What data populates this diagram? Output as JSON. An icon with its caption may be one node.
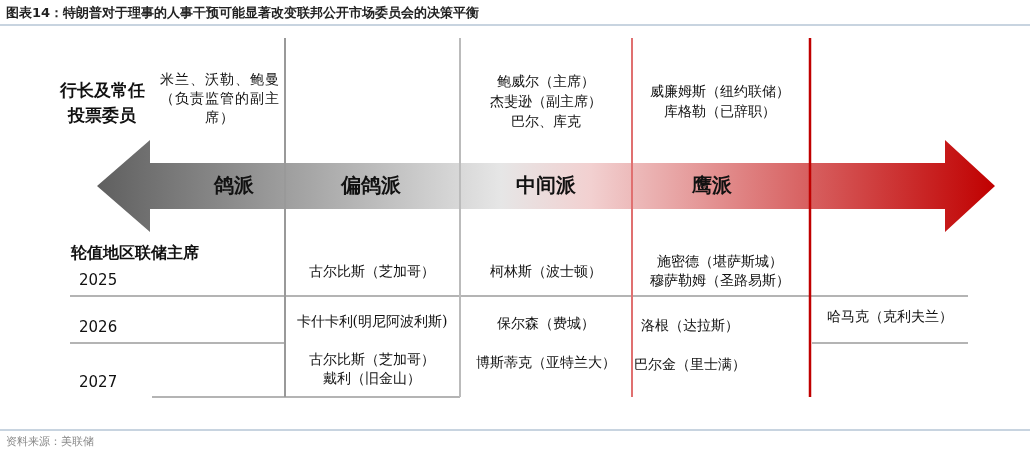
{
  "diagram": {
    "title": "图表14：特朗普对于理事的人事干预可能显著改变联邦公开市场委员会的决策平衡",
    "caption": "资料来源：美联储",
    "labels": [
      "行长及常任投票委员",
      "米兰、沃勒、鲍曼（负责监管的副主席）",
      "鲍威尔（主席）",
      "杰斐逊（副主席）",
      "巴尔、库克",
      "威廉姆斯（纽约联储）",
      "库格勒（已辞职）",
      "鸽派",
      "偏鸽派",
      "中间派",
      "鹰派",
      "轮值地区联储主席",
      "2025",
      "古尔比斯（芝加哥）",
      "柯林斯（波士顿）",
      "施密德（堪萨斯城）",
      "穆萨勒姆（圣路易斯）",
      "2026",
      "卡什卡利(明尼阿波利斯)",
      "保尔森（费城）",
      "洛根（达拉斯）",
      "哈马克（克利夫兰）",
      "2027",
      "古尔比斯（芝加哥）",
      "戴利（旧金山）",
      "博斯蒂克（亚特兰大）",
      "巴尔金（里士满）"
    ]
  }
}
